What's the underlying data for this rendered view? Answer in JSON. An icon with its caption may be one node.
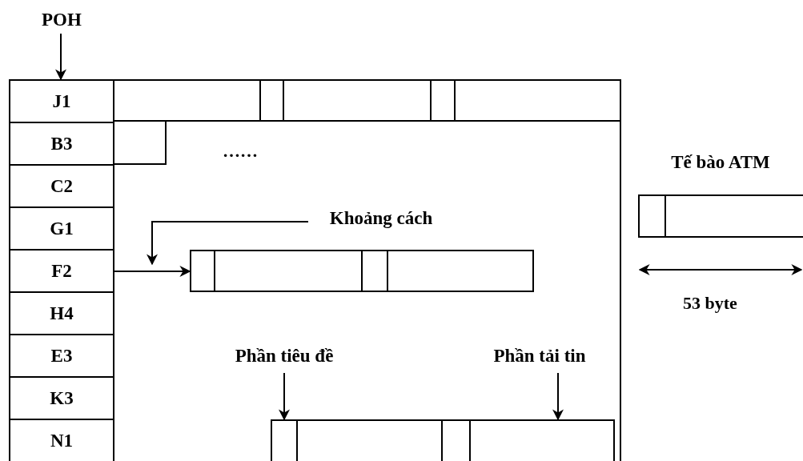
{
  "diagram": {
    "nodes": [
      {
        "text": [
          "POH"
        ]
      },
      {
        "text": [
          "J1"
        ]
      },
      {
        "text": [
          "B3"
        ]
      },
      {
        "text": [
          "C2"
        ]
      },
      {
        "text": [
          "G1"
        ]
      },
      {
        "text": [
          "F2"
        ]
      },
      {
        "text": [
          "H4"
        ]
      },
      {
        "text": [
          "E3"
        ]
      },
      {
        "text": [
          "K3"
        ]
      },
      {
        "text": [
          "N1"
        ]
      },
      {
        "text": [],
        "shape": "bar"
      },
      {
        "text": [],
        "shape": "bar"
      },
      {
        "text": [
          "Khoảng cách"
        ]
      },
      {
        "text": [],
        "shape": "bar"
      },
      {
        "text": [
          "Tế bào ATM"
        ]
      },
      {
        "text": [
          "Phần tiêu đề"
        ]
      },
      {
        "text": [
          "Phần tải tin"
        ]
      },
      {
        "text": [],
        "shape": "bar"
      }
    ],
    "edges": [
      {
        "from": 0,
        "to": 1,
        "arrow": "to"
      },
      {
        "from": 5,
        "to": 13,
        "arrow": "to"
      },
      {
        "from": 12,
        "to": null,
        "arrow": "to"
      },
      {
        "from": 15,
        "to": 17,
        "arrow": "to"
      },
      {
        "from": 16,
        "to": 17,
        "arrow": "to"
      }
    ],
    "labels": [
      "……",
      "53 byte"
    ]
  }
}
